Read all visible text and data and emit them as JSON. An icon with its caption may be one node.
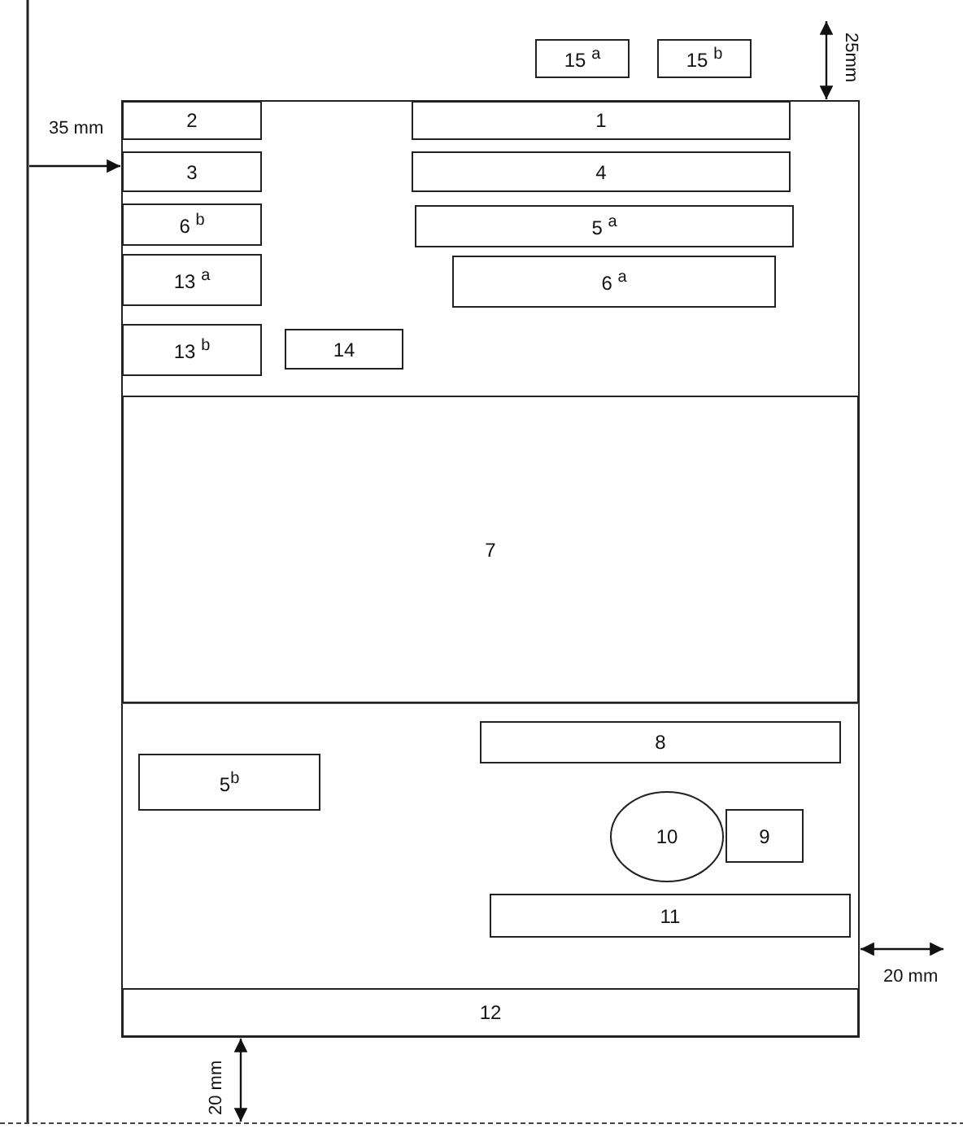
{
  "diagram": {
    "nodes": [
      {
        "text": [
          "15 $^{a}$"
        ]
      },
      {
        "text": [
          "15 $^{b}$"
        ]
      },
      {
        "text": [
          "2"
        ]
      },
      {
        "text": [
          "1"
        ]
      },
      {
        "text": [
          "3"
        ]
      },
      {
        "text": [
          "4"
        ]
      },
      {
        "text": [
          "6 $^{b}$"
        ]
      },
      {
        "text": [
          "5 $^{a}$"
        ]
      },
      {
        "text": [
          "13 $^{a}$"
        ]
      },
      {
        "text": [
          "6 $^{a}$"
        ]
      },
      {
        "text": [
          "13 $^{b}$"
        ]
      },
      {
        "text": [
          "14"
        ]
      },
      {
        "text": [
          "7"
        ]
      },
      {
        "text": [
          "8"
        ]
      },
      {
        "text": [
          "5$^{b}$"
        ]
      },
      {
        "text": [
          "10"
        ]
      },
      {
        "text": [
          "9"
        ]
      },
      {
        "text": [
          "11"
        ]
      },
      {
        "text": [
          "12"
        ]
      }
    ],
    "labels": [
      "35 mm",
      "25mm",
      "20 mm",
      "20 mm"
    ]
  }
}
